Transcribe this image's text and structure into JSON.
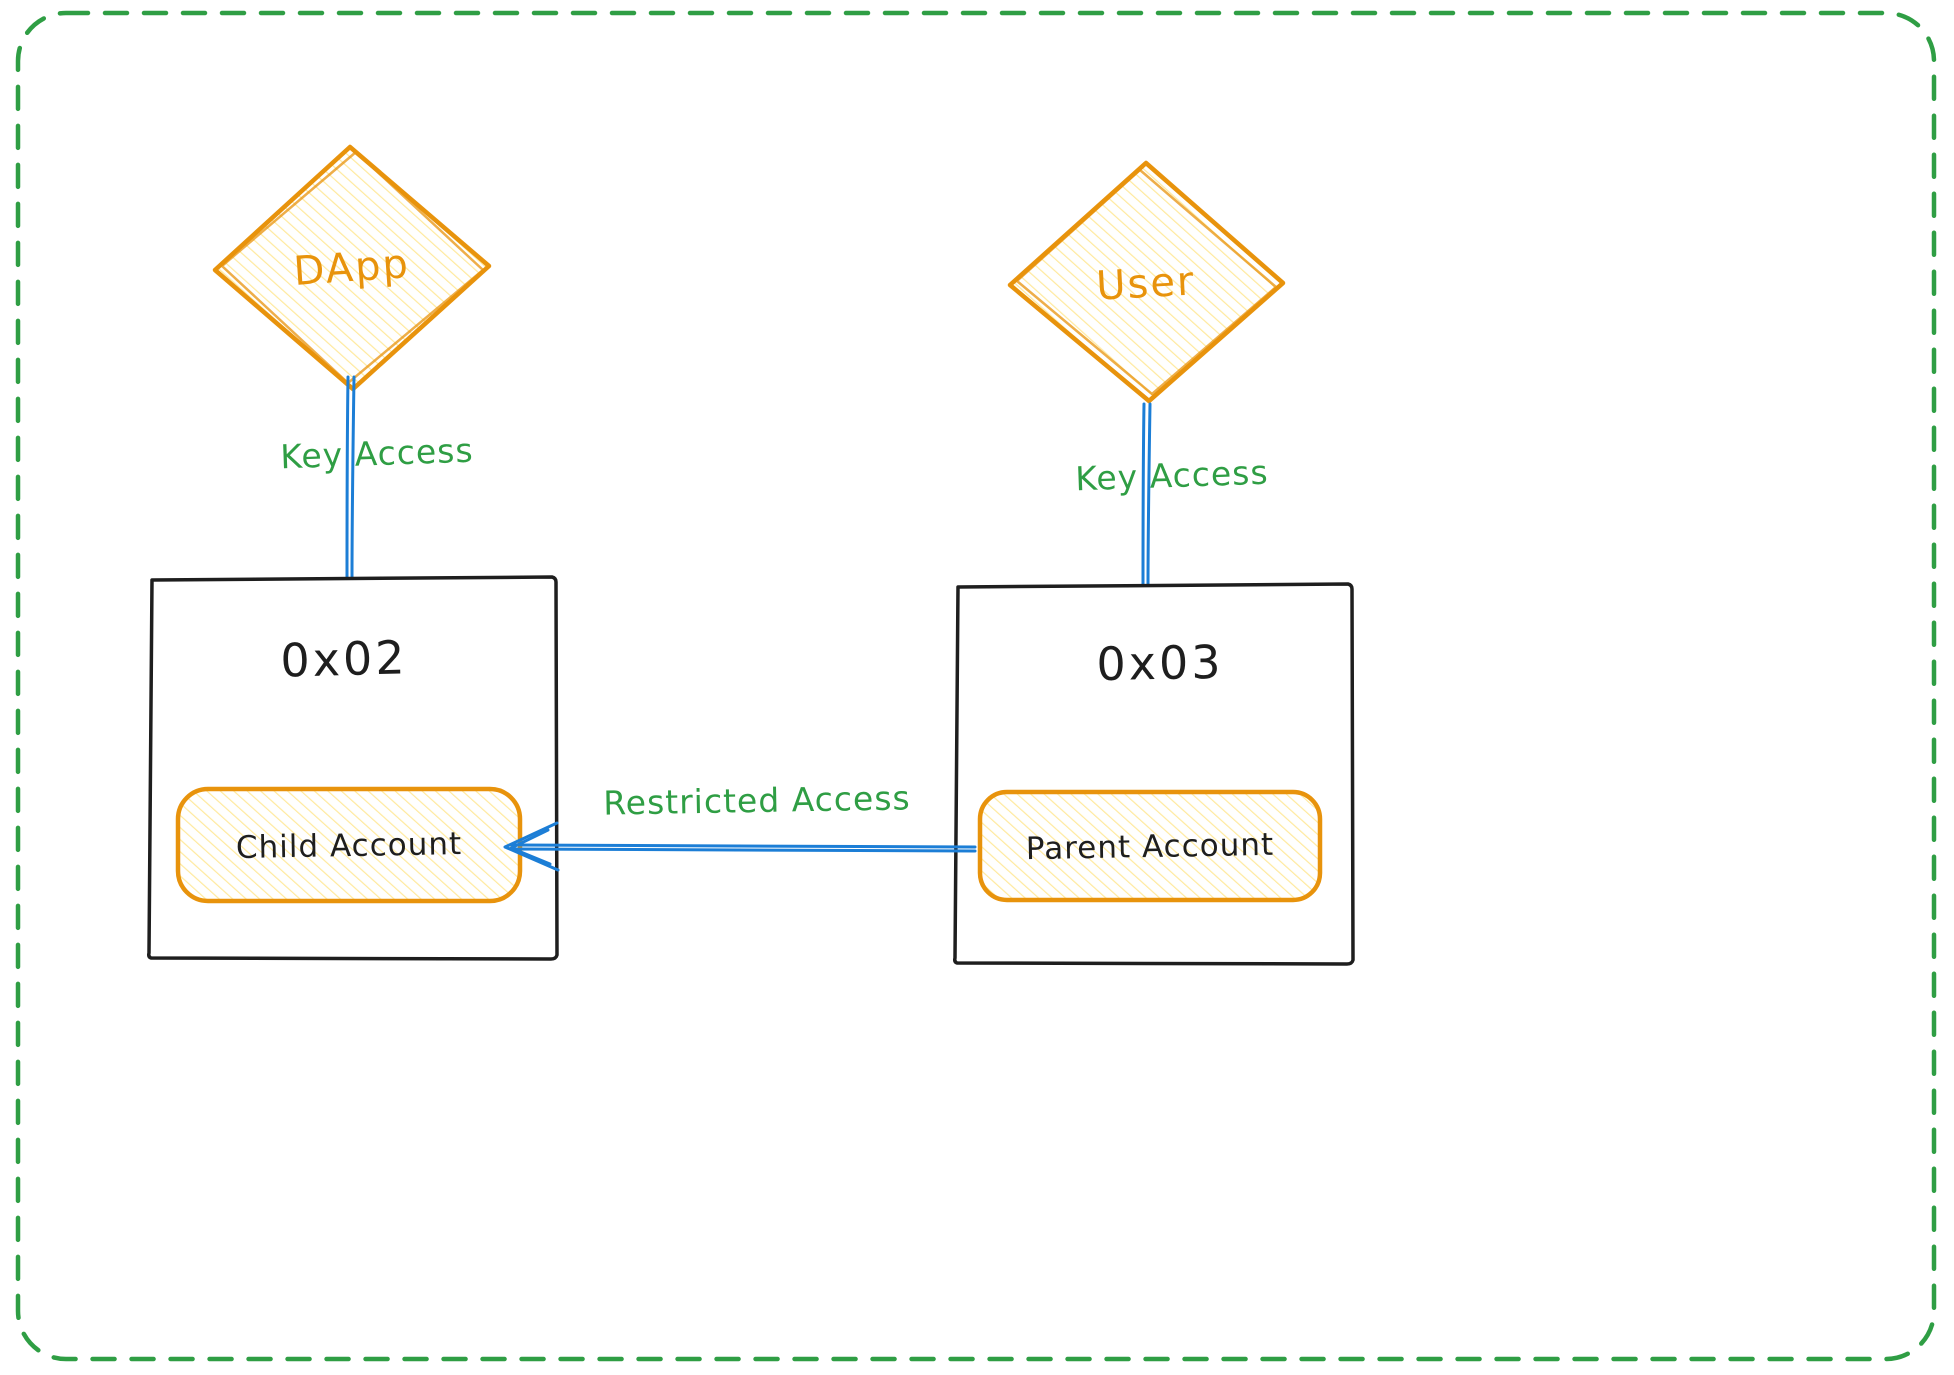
{
  "diagram": {
    "nodes": {
      "dapp": {
        "label": "DApp",
        "shape": "diamond"
      },
      "user": {
        "label": "User",
        "shape": "diamond"
      },
      "left_box": {
        "label": "0x02",
        "shape": "rectangle"
      },
      "right_box": {
        "label": "0x03",
        "shape": "rectangle"
      },
      "child_account": {
        "label": "Child Account",
        "shape": "rounded-rectangle"
      },
      "parent_account": {
        "label": "Parent Account",
        "shape": "rounded-rectangle"
      }
    },
    "edges": {
      "dapp_key_access": {
        "label": "Key Access",
        "from": "DApp",
        "to": "0x02"
      },
      "user_key_access": {
        "label": "Key Access",
        "from": "User",
        "to": "0x03"
      },
      "restricted_access": {
        "label": "Restricted Access",
        "from": "Parent Account",
        "to": "Child Account"
      }
    },
    "colors": {
      "border_green": "#2f9e44",
      "label_green": "#2f9e44",
      "shape_orange": "#e8930c",
      "hatch_yellow": "#ffd43b",
      "edge_blue": "#1c7ed6",
      "ink_black": "#1e1e1e",
      "background": "#ffffff"
    }
  }
}
